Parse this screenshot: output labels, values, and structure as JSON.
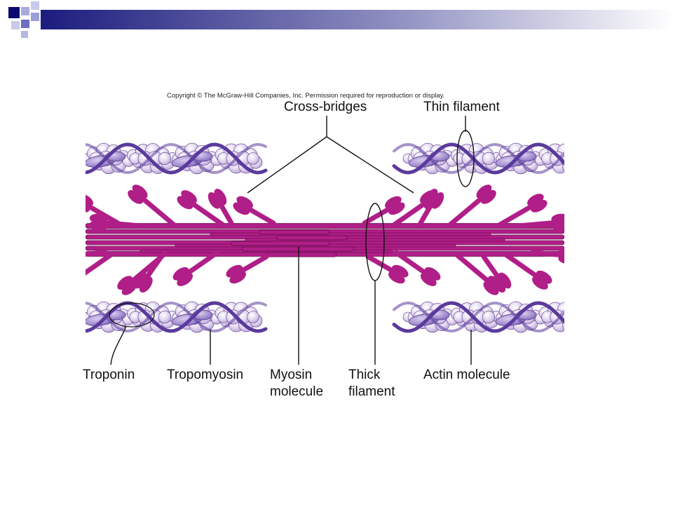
{
  "slide_header": {
    "decoration": "blue-square-pattern-with-gradient-bar",
    "colors": {
      "dark_blue": "#0a0a6e",
      "light_blue": "#9a9ad6",
      "bar_start": "#1c1c7e",
      "bar_end": "#ffffff"
    }
  },
  "figure": {
    "copyright": "Copyright © The McGraw-Hill Companies, Inc. Permission required for reproduction or display.",
    "labels": {
      "cross_bridges": "Cross-bridges",
      "thin_filament": "Thin filament",
      "troponin": "Troponin",
      "tropomyosin": "Tropomyosin",
      "myosin_line1": "Myosin",
      "myosin_line2": "molecule",
      "thick_line1": "Thick",
      "thick_line2": "filament",
      "actin_molecule": "Actin molecule"
    },
    "colors": {
      "myosin": "#b01e87",
      "actin_bead": "#ddd0ee",
      "actin_outline": "#5a3a8c",
      "tropomyosin": "#5b3a9c",
      "troponin": "#9a82cc"
    }
  }
}
